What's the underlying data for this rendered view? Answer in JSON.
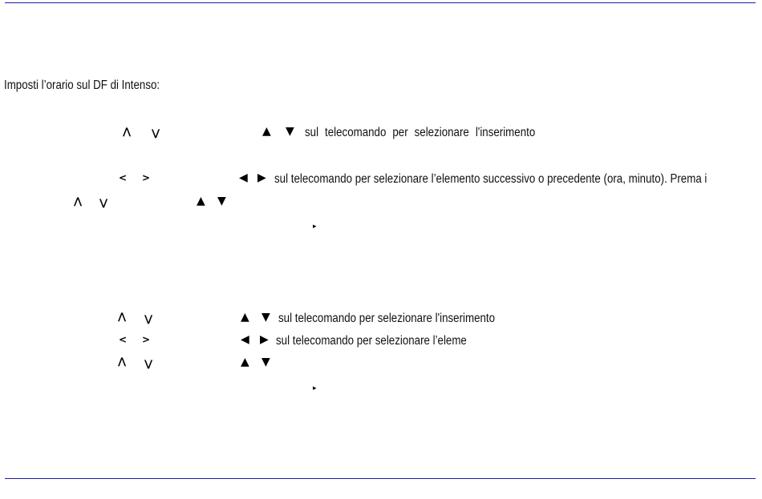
{
  "rule_color": "#1c1ca8",
  "intro": "Imposti l’orario sul DF di Intenso:",
  "section1": {
    "row1": {
      "icon_up": "⋀",
      "icon_down": "⋁",
      "tri_up": "▲",
      "tri_down": "▼",
      "text": "sul telecomando per selezionare l'inserimento"
    },
    "row2": {
      "icon_left": "<",
      "icon_right": ">",
      "tri_left": "◀",
      "tri_right": "▶",
      "text": "sul telecomando per selezionare l’elemento successivo o precedente (ora, minuto). Prema i"
    },
    "row3": {
      "icon_up": "⋀",
      "icon_down": "⋁",
      "tri_up": "▲",
      "tri_down": "▼"
    },
    "row4": {
      "play": "▸"
    }
  },
  "section2": {
    "row1": {
      "icon_up": "⋀",
      "icon_down": "⋁",
      "tri_up": "▲",
      "tri_down": "▼",
      "text": "sul telecomando per selezionare l'inserimento"
    },
    "row2": {
      "icon_left": "<",
      "icon_right": ">",
      "tri_left": "◀",
      "tri_right": "▶",
      "text": "sul telecomando per selezionare l’eleme"
    },
    "row3": {
      "icon_up": "⋀",
      "icon_down": "⋁",
      "tri_up": "▲",
      "tri_down": "▼"
    },
    "row4": {
      "play": "▸"
    }
  }
}
